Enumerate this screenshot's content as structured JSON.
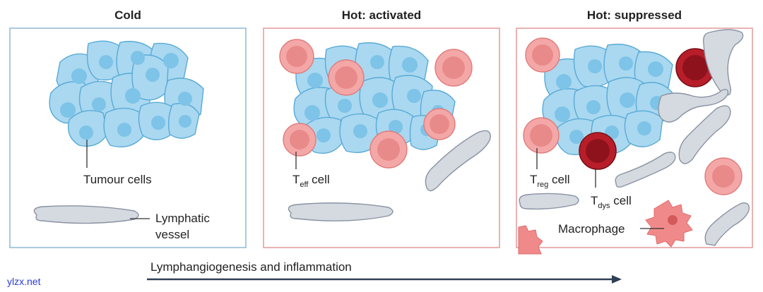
{
  "panels": [
    {
      "title": "Cold",
      "border_color": "#8db8d6"
    },
    {
      "title": "Hot: activated",
      "border_color": "#e39a9a"
    },
    {
      "title": "Hot: suppressed",
      "border_color": "#e39a9a"
    }
  ],
  "labels": {
    "tumour_cells": "Tumour cells",
    "lymphatic_line1": "Lymphatic",
    "lymphatic_line2": "vessel",
    "teff_main": "T",
    "teff_sub": "eff",
    "teff_rest": " cell",
    "treg_main": "T",
    "treg_sub": "reg",
    "treg_rest": " cell",
    "tdys_main": "T",
    "tdys_sub": "dys",
    "tdys_rest": " cell",
    "macrophage": "Macrophage"
  },
  "arrow": {
    "label": "Lymphangiogenesis and inflammation",
    "color": "#2f3f55"
  },
  "watermark": {
    "text": "ylzx.net",
    "color": "#2a3bd6"
  },
  "colors": {
    "tumour_fill": "#a9d8f0",
    "tumour_stroke": "#5aaad6",
    "tumour_nucleus": "#7ec3e8",
    "teff_fill": "#f4a7a7",
    "teff_stroke": "#e07b7b",
    "tdys_fill": "#b81e2a",
    "tdys_stroke": "#7a0f16",
    "vessel_fill": "#d5d9e0",
    "vessel_stroke": "#8a93a3",
    "macrophage_fill": "#f08a8a"
  }
}
